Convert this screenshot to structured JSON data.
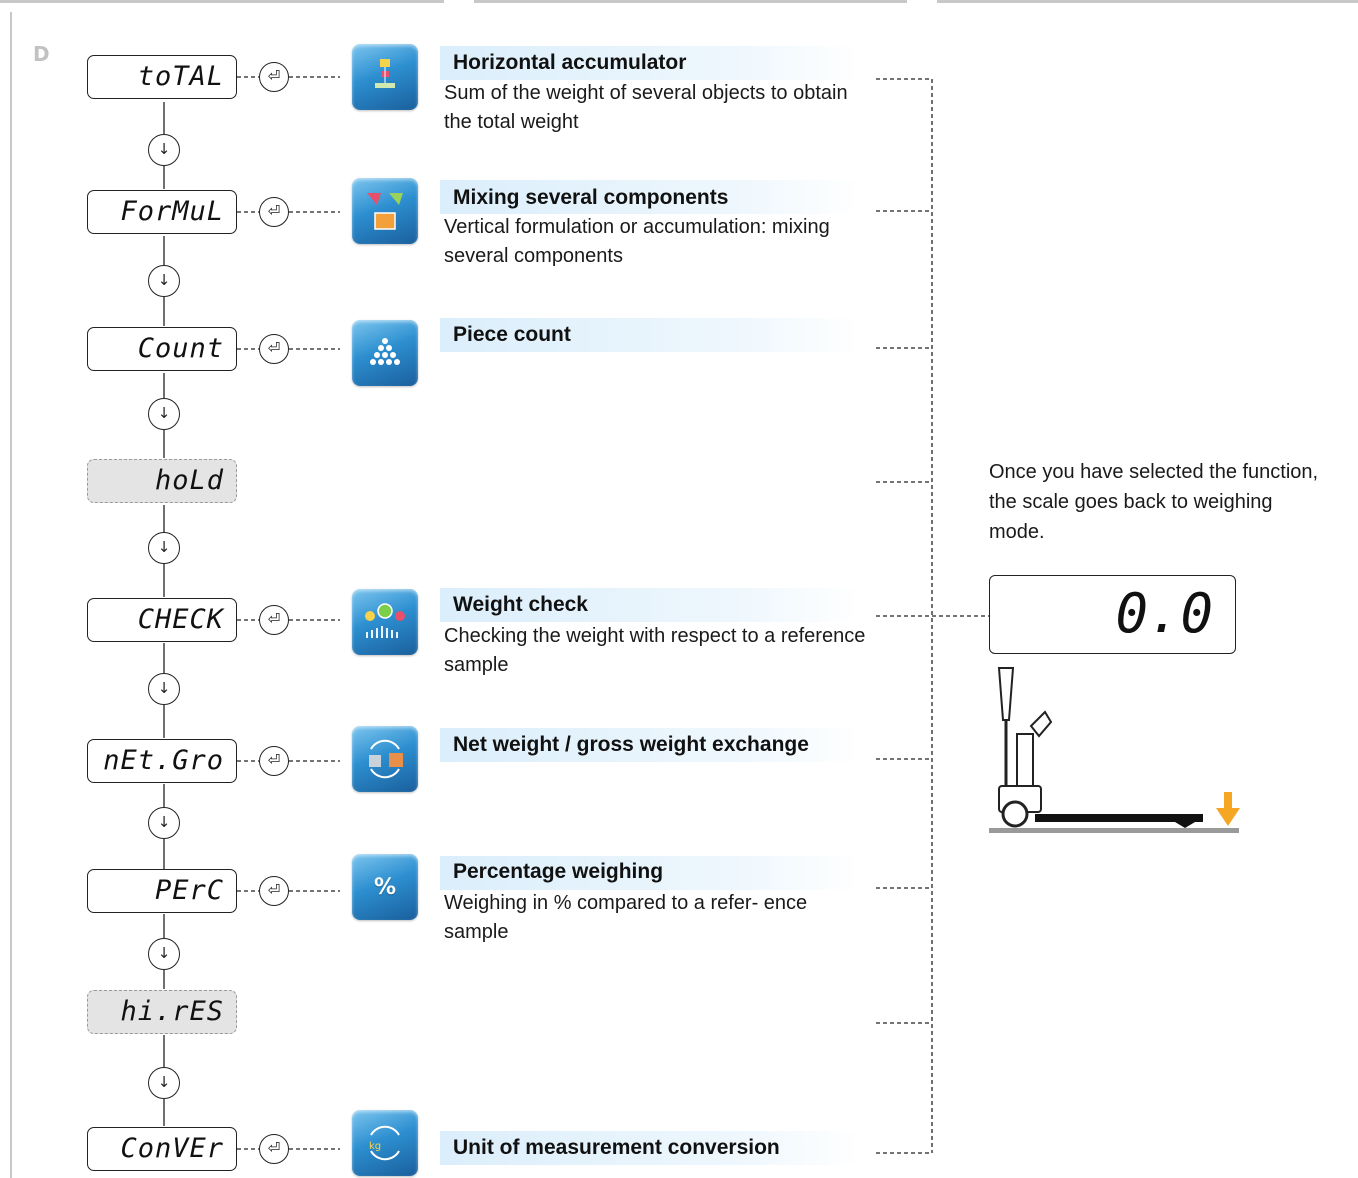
{
  "section_letter": "D",
  "steps": [
    {
      "display": "toTAL",
      "inactive": false,
      "enter_icon": "enter-icon",
      "func_icon": "horizontal-accumulator-icon",
      "title": "Horizontal accumulator",
      "desc": "Sum of the weight of several objects to obtain the total weight"
    },
    {
      "display": "ForMuL",
      "inactive": false,
      "enter_icon": "enter-icon",
      "func_icon": "mixing-components-icon",
      "title": "Mixing several components",
      "desc": "Vertical formulation or accumulation: mixing several components"
    },
    {
      "display": "Count",
      "inactive": false,
      "enter_icon": "enter-icon",
      "func_icon": "piece-count-icon",
      "title": "Piece count",
      "desc": ""
    },
    {
      "display": "hoLd",
      "inactive": true
    },
    {
      "display": "CHECK",
      "inactive": false,
      "enter_icon": "enter-icon",
      "func_icon": "weight-check-icon",
      "title": "Weight check",
      "desc": "Checking the weight with respect to a reference sample"
    },
    {
      "display": "nEt.Gro",
      "inactive": false,
      "enter_icon": "enter-icon",
      "func_icon": "net-gross-exchange-icon",
      "title": "Net weight / gross weight exchange",
      "desc": ""
    },
    {
      "display": "PErC",
      "inactive": false,
      "enter_icon": "enter-icon",
      "func_icon": "percentage-icon",
      "title": "Percentage weighing",
      "desc": "Weighing in % compared to a refer- ence sample"
    },
    {
      "display": "hi.rES",
      "inactive": true
    },
    {
      "display": "ConVEr",
      "inactive": false,
      "enter_icon": "enter-icon",
      "func_icon": "unit-conversion-icon",
      "title": "Unit of measurement conversion",
      "desc": ""
    }
  ],
  "icon_glyphs": {
    "enter": "⏎",
    "down": "↓",
    "percent": "%",
    "kg": "kg"
  },
  "note": "Once you have selected the function, the scale goes back to weighing mode.",
  "scale_display": "0.0",
  "colors": {
    "band": "#dbeefb",
    "icon": "#2d8fd0",
    "arrow": "#f5a623",
    "inactive": "#e4e4e4"
  }
}
